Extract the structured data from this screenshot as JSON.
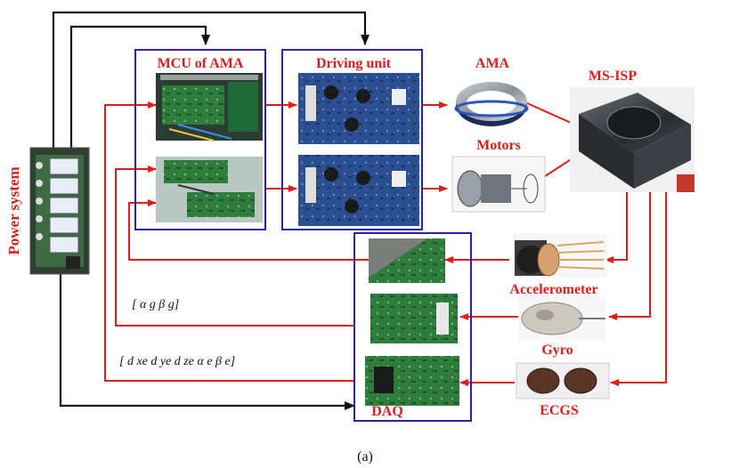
{
  "labels": {
    "power_system": "Power system",
    "mcu": "MCU of AMA",
    "driving_unit": "Driving unit",
    "ama": "AMA",
    "motors": "Motors",
    "ms_isp": "MS-ISP",
    "accelerometer": "Accelerometer",
    "gyro": "Gyro",
    "ecgs": "ECGS",
    "daq": "DAQ"
  },
  "signals": {
    "gyro_signal": "[ α g β g]",
    "ecgs_signal": "[ d xe d ye d ze α e β e]"
  },
  "caption": "(a)",
  "colors": {
    "box_border": "#2b22a8",
    "red_arrow": "#e31b1b",
    "black_arrow": "#111111",
    "label_red": "#e31b1b",
    "pcb_green": "#2f7a3a",
    "pcb_blue": "#2b4c8c"
  }
}
